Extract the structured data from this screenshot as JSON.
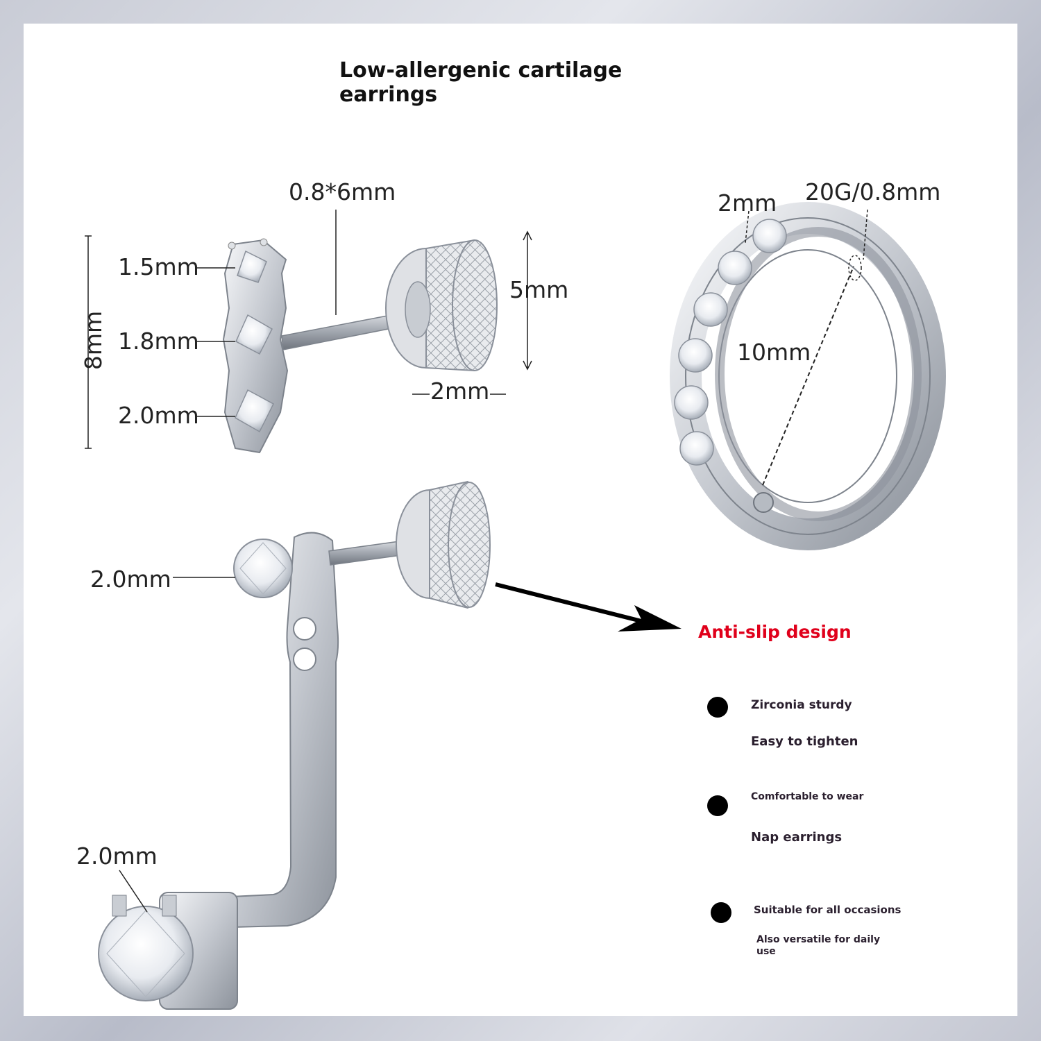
{
  "title": "Low-allergenic cartilage earrings",
  "stud": {
    "bar_label": "0.8*6mm",
    "length_label": "8mm",
    "stone_top": "1.5mm",
    "stone_mid": "1.8mm",
    "stone_bottom": "2.0mm",
    "back_height": "5mm",
    "back_width": "2mm"
  },
  "hoop": {
    "stone_width": "2mm",
    "gauge": "20G/0.8mm",
    "diameter": "10mm"
  },
  "jacket": {
    "front_stone": "2.0mm",
    "drop_stone": "2.0mm"
  },
  "callout": "Anti-slip design",
  "features": [
    {
      "line1": "Zirconia sturdy",
      "line2": "Easy to tighten"
    },
    {
      "line1": "Comfortable to wear",
      "line2": "Nap earrings"
    },
    {
      "line1": "Suitable for all occasions",
      "line2": "Also versatile for daily use"
    }
  ]
}
